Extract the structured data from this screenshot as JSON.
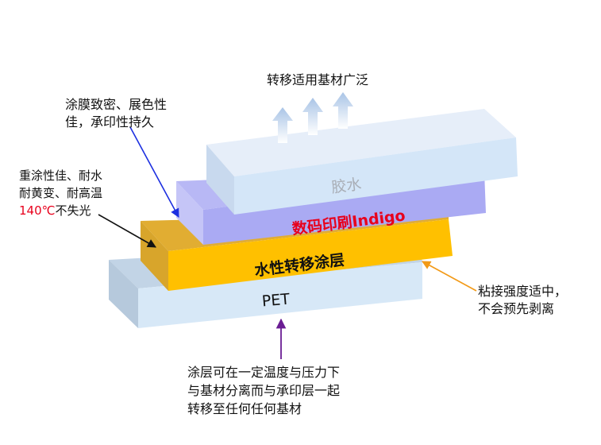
{
  "top_label": "转移适用基材广泛",
  "layers": {
    "glue": "胶水",
    "indigo": "数码印刷Indigo",
    "coating": "水性转移涂层",
    "pet": "PET"
  },
  "callouts": {
    "film": [
      "涂膜致密、展色性",
      "佳，承印性持久"
    ],
    "recoat_line1": "重涂性佳、耐水",
    "recoat_line2": "耐黄变、耐高温",
    "recoat_temp": "140℃",
    "recoat_tail": "不失光",
    "adhesion": [
      "粘接强度适中，",
      "不会预先剥离"
    ],
    "separation": [
      "涂层可在一定温度与压力下",
      "与基材分离而与承印层一起",
      "转移至任何任何基材"
    ]
  },
  "colors": {
    "glue_top": "#e6eef9",
    "glue_front": "#d4e6f8",
    "glue_side": "#c8d9ee",
    "indigo_front": "#aaaaf3",
    "indigo_side": "#c5c5f7",
    "coating_front": "#ffc000",
    "coating_side": "#d8a52b",
    "coating_top": "#e1ad32",
    "pet_front": "#d7e8f7",
    "pet_side": "#b6c9dc",
    "pet_top": "#c2d4e6",
    "red": "#e8001c",
    "arrow_blue": "#1c2fe0",
    "arrow_orange": "#f29a18",
    "arrow_purple": "#6a1d93"
  }
}
